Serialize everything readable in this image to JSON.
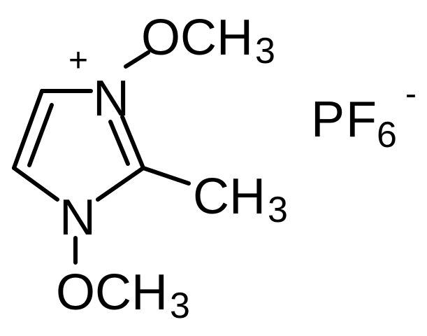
{
  "molecule": {
    "top_methoxy": {
      "o": "O",
      "c": "C",
      "h": "H",
      "sub": "3"
    },
    "top_nitrogen": {
      "label": "N",
      "charge": "+"
    },
    "methyl": {
      "c": "C",
      "h": "H",
      "sub": "3"
    },
    "bottom_nitrogen": {
      "label": "N"
    },
    "bottom_methoxy": {
      "o": "O",
      "c": "C",
      "h": "H",
      "sub": "3"
    }
  },
  "counterion": {
    "p": "P",
    "f": "F",
    "sub": "6",
    "charge": "-"
  },
  "colors": {
    "ink": "#000000",
    "background": "#ffffff"
  }
}
